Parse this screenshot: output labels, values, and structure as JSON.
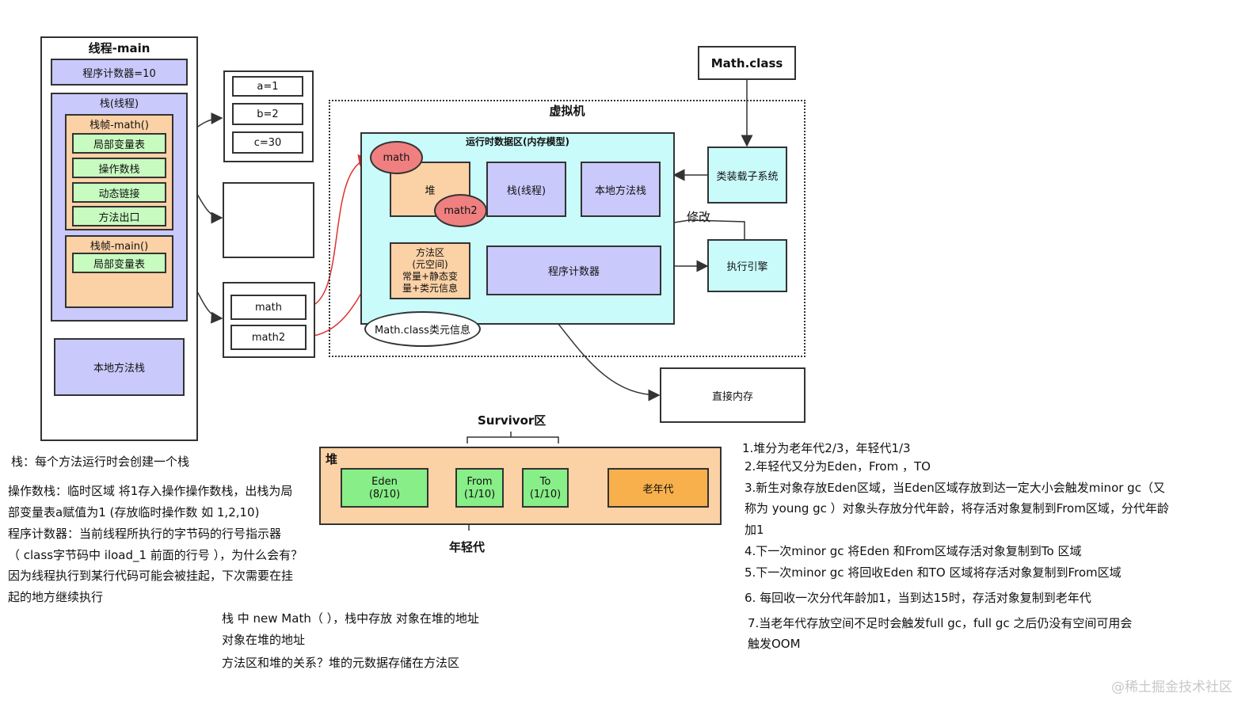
{
  "thread": {
    "title": "线程-main",
    "pc": "程序计数器=10",
    "stack_title": "栈(线程)",
    "frame_math": {
      "title": "栈帧-math()",
      "items": [
        "局部变量表",
        "操作数栈",
        "动态链接",
        "方法出口"
      ]
    },
    "frame_main": {
      "title": "栈帧-main()",
      "items": [
        "局部变量表"
      ]
    },
    "native_stack": "本地方法栈"
  },
  "locals": [
    "a=1",
    "b=2",
    "c=30"
  ],
  "stack_refs": [
    "math",
    "math2"
  ],
  "math_class": "Math.class",
  "jvm": {
    "title": "虚拟机",
    "runtime_area": "运行时数据区(内存模型)",
    "heap": "堆",
    "math_obj": "math",
    "math2_obj": "math2",
    "vm_stack": "栈(线程)",
    "native_stack": "本地方法栈",
    "method_area": [
      "方法区",
      "(元空间)",
      "常量+静态变",
      "量+类元信息"
    ],
    "pc": "程序计数器",
    "class_meta": "Math.class类元信息",
    "class_loader": "类装载子系统",
    "exec_engine": "执行引擎",
    "modify": "修改"
  },
  "direct_memory": "直接内存",
  "heap_gen": {
    "title": "堆",
    "survivor": "Survivor区",
    "young": "年轻代",
    "eden": [
      "Eden",
      "(8/10)"
    ],
    "from": [
      "From",
      "(1/10)"
    ],
    "to": [
      "To",
      "(1/10)"
    ],
    "old": "老年代"
  },
  "notes_left": [
    "栈：每个方法运行时会创建一个栈",
    "操作数栈：临时区域 将1存入操作操作数栈，出栈为局",
    "部变量表a赋值为1 (存放临时操作数 如 1,2,10)",
    "程序计数器：当前线程所执行的字节码的行号指示器",
    "（ class字节码中 iload_1 前面的行号 ），为什么会有？",
    "因为线程执行到某行代码可能会被挂起，下次需要在挂",
    "起的地方继续执行"
  ],
  "notes_mid": [
    "栈 中 new Math（ ），栈中存放 对象在堆的地址",
    "对象在堆的地址",
    "方法区和堆的关系？堆的元数据存储在方法区"
  ],
  "notes_right": [
    "1.堆分为老年代2/3，年轻代1/3",
    "2.年轻代又分为Eden，From ，TO",
    "3.新生对象存放Eden区域，当Eden区域存放到达一定大小会触发minor gc（又",
    "称为 young gc ）对象头存放分代年龄，将存活对象复制到From区域，分代年龄",
    "加1",
    "4.下一次minor gc 将Eden 和From区域存活对象复制到To 区域",
    "5.下一次minor gc 将回收Eden 和TO 区域将存活对象复制到From区域",
    "6. 每回收一次分代年龄加1，当到达15时，存活对象复制到老年代",
    "7.当老年代存放空间不足时会触发full gc，full gc 之后仍没有空间可用会",
    "触发OOM"
  ],
  "watermark": "@稀土掘金技术社区",
  "colors": {
    "purple": "#c9c9fb",
    "peach": "#fbd1a6",
    "green": "#c8fbc0",
    "cyan": "#c9fbfb",
    "red": "#f08080",
    "eden": "#88ee88",
    "old": "#f8b04c",
    "arrow_red": "#e03030"
  }
}
